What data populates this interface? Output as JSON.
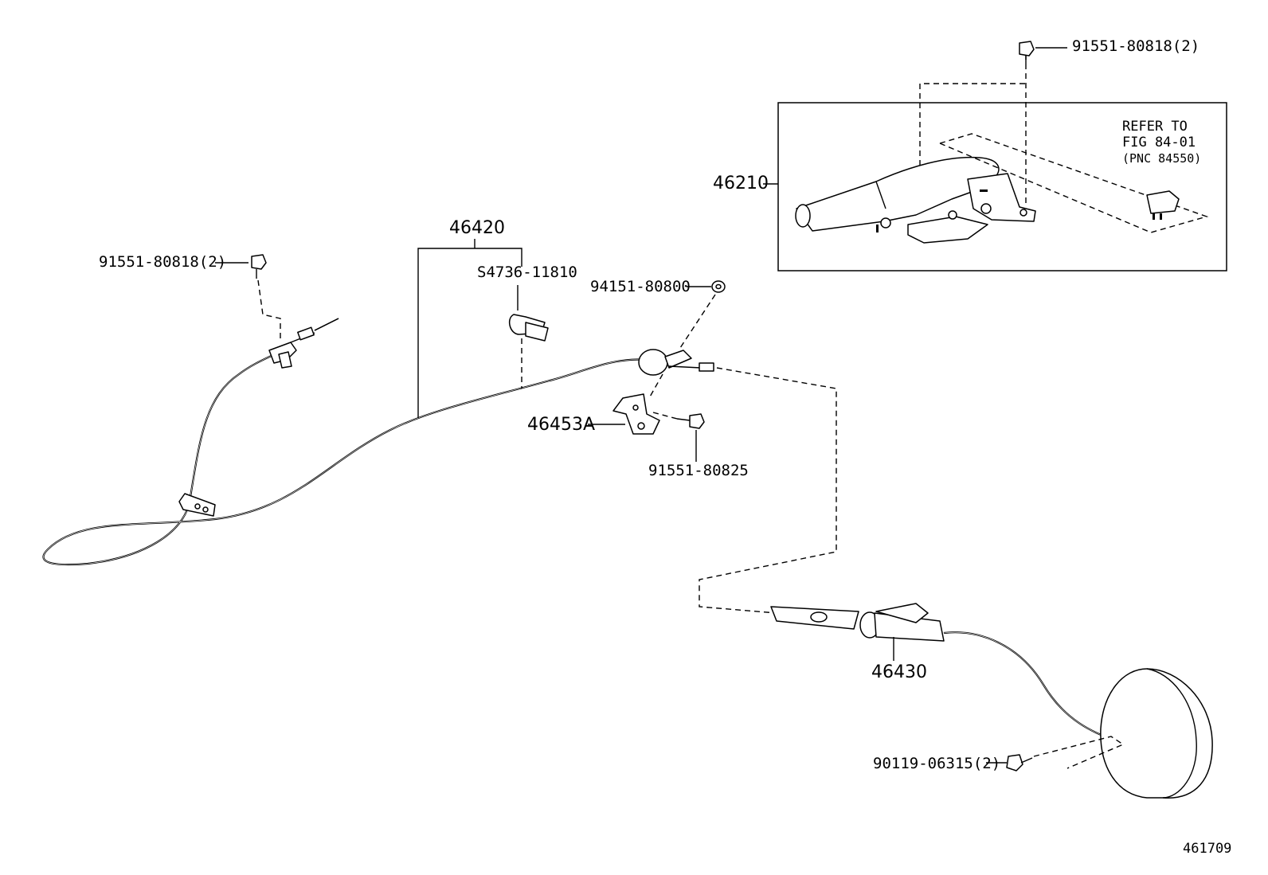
{
  "callouts": {
    "bolt_top_right": "91551-80818(2)",
    "bolt_left": "91551-80818(2)",
    "cable_assy": "46420",
    "clamp": "S4736-11810",
    "washer": "94151-80800",
    "bracket": "46453A",
    "bolt_bracket": "91551-80825",
    "lever_assy": "46210",
    "rear_cable": "46430",
    "bolt_rear": "90119-06315(2)"
  },
  "refer_note": {
    "line1": "REFER TO",
    "line2": "FIG 84-01",
    "line3": "(PNC 84550)"
  },
  "figure_number": "461709"
}
